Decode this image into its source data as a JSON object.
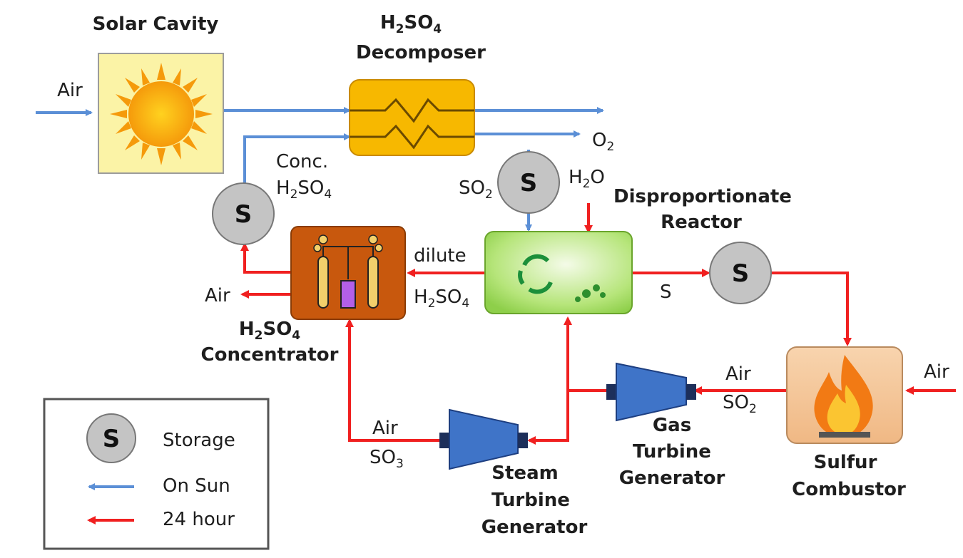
{
  "labels": {
    "solar_cavity": "Solar Cavity",
    "decomposer_line1_a": "H",
    "decomposer_line1_b": "2",
    "decomposer_line1_c": "SO",
    "decomposer_line1_d": "4",
    "decomposer_line2": "Decomposer",
    "air_in_solar": "Air",
    "o2_a": "O",
    "o2_b": "2",
    "conc_line1": "Conc.",
    "conc_h": "H",
    "conc_2": "2",
    "conc_so": "SO",
    "conc_4": "4",
    "so2_left_a": "SO",
    "so2_left_b": "2",
    "h2o_a": "H",
    "h2o_b": "2",
    "h2o_c": "O",
    "dispro_line1": "Disproportionate",
    "dispro_line2": "Reactor",
    "dilute": "dilute",
    "dilute_h": "H",
    "dilute_2": "2",
    "dilute_so": "SO",
    "dilute_4": "4",
    "s_product": "S",
    "air_out_conc": "Air",
    "conc_name_h": "H",
    "conc_name_2": "2",
    "conc_name_so": "SO",
    "conc_name_4": "4",
    "conc_name_line2": "Concentrator",
    "air_so2_air": "Air",
    "air_so2_so": "SO",
    "air_so2_2": "2",
    "air_in_combustor": "Air",
    "gas_turbine_1": "Gas",
    "gas_turbine_2": "Turbine",
    "gas_turbine_3": "Generator",
    "air_so3_air": "Air",
    "air_so3_so": "SO",
    "air_so3_3": "3",
    "steam_turbine_1": "Steam",
    "steam_turbine_2": "Turbine",
    "steam_turbine_3": "Generator",
    "sulfur_1": "Sulfur",
    "sulfur_2": "Combustor",
    "storage_glyph": "S"
  },
  "legend": {
    "storage_glyph": "S",
    "storage": "Storage",
    "on_sun": "On Sun",
    "hour24": "24 hour"
  },
  "colors": {
    "on_sun": "#5b8fd6",
    "hour24": "#f02020",
    "storage_fill": "#c4c4c4",
    "decomposer_fill": "#f7b800",
    "solar_fill": "#fbf3a6",
    "concentrator_fill": "#c8580d",
    "reactor_fill": "#a8e06b",
    "combustor_fill": "#f5c79a",
    "turbine_fill": "#3f74c8"
  },
  "icons": [
    "sun-icon",
    "heat-exchanger-icon",
    "distillation-icon",
    "recycle-icon",
    "flame-icon",
    "turbine-icon"
  ]
}
